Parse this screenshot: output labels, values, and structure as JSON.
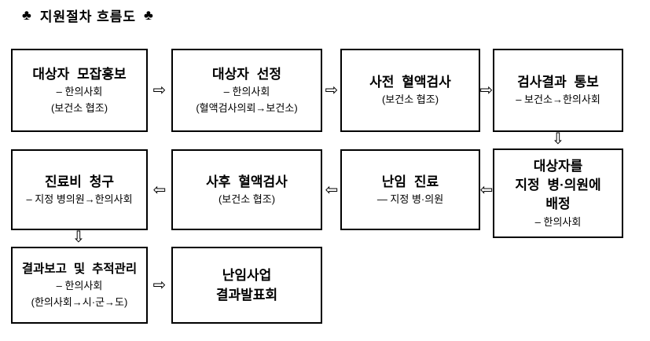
{
  "title": {
    "left_club": "♣",
    "text": "지원절차 흐름도",
    "right_club": "♣"
  },
  "arrows": {
    "right": "⇨",
    "left": "⇦",
    "down": "⇩"
  },
  "boxes": {
    "recruit": {
      "title": "대상자 모잡홍보",
      "sub": "– 한의사회",
      "note": "(보건소 협조)"
    },
    "select": {
      "title": "대상자 선정",
      "sub": "– 한의사회",
      "note": "(혈액검사의뢰→보건소)"
    },
    "pre_blood": {
      "title": "사전 혈액검사",
      "note": "(보건소 협조)"
    },
    "notify": {
      "title": "검사결과 통보",
      "sub": "– 보건소→한의사회"
    },
    "assign": {
      "title_line1": "대상자를",
      "title_line2": "지정 병·의원에",
      "title_line3": "배정",
      "sub": "– 한의사회"
    },
    "treatment": {
      "title": "난임 진료",
      "sub": "— 지정 병·의원"
    },
    "post_blood": {
      "title": "사후 혈액검사",
      "note": "(보건소 협조)"
    },
    "claim": {
      "title": "진료비 청구",
      "sub": "– 지정 병의원→한의사회"
    },
    "report": {
      "title": "결과보고 및 추적관리",
      "sub": "– 한의사회",
      "note": "(한의사회→시·군→도)"
    },
    "presentation": {
      "title_line1": "난임사업",
      "title_line2": "결과발표회"
    }
  }
}
